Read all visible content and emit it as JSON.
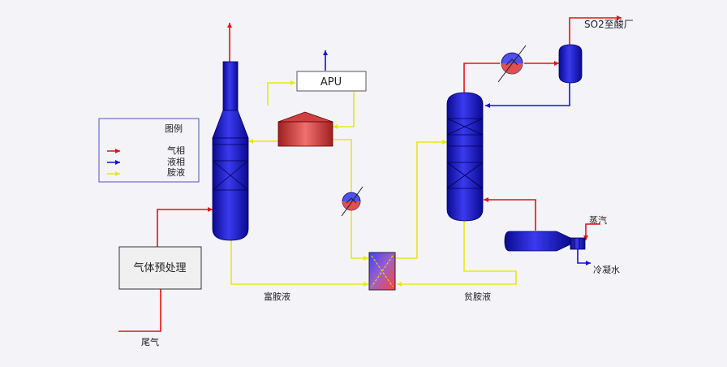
{
  "legend": {
    "title": "图例",
    "items": [
      {
        "label": "气相",
        "color": "#e81010"
      },
      {
        "label": "液相",
        "color": "#1010e0"
      },
      {
        "label": "胺液",
        "color": "#e8e810"
      }
    ]
  },
  "boxes": {
    "apu": "APU",
    "pretreat": "气体预处理"
  },
  "labels": {
    "rich_amine": "富胺液",
    "lean_amine": "贫胺液",
    "tail_gas": "尾气",
    "so2": "SO2至酸厂",
    "steam": "蒸汽",
    "cooling_water": "冷凝水"
  },
  "colors": {
    "gas": "#e81010",
    "liquid": "#1010e0",
    "amine": "#e8e810",
    "vessel": "#2020d8",
    "tank": "#e04a4a",
    "background": "#f4f4f8"
  }
}
